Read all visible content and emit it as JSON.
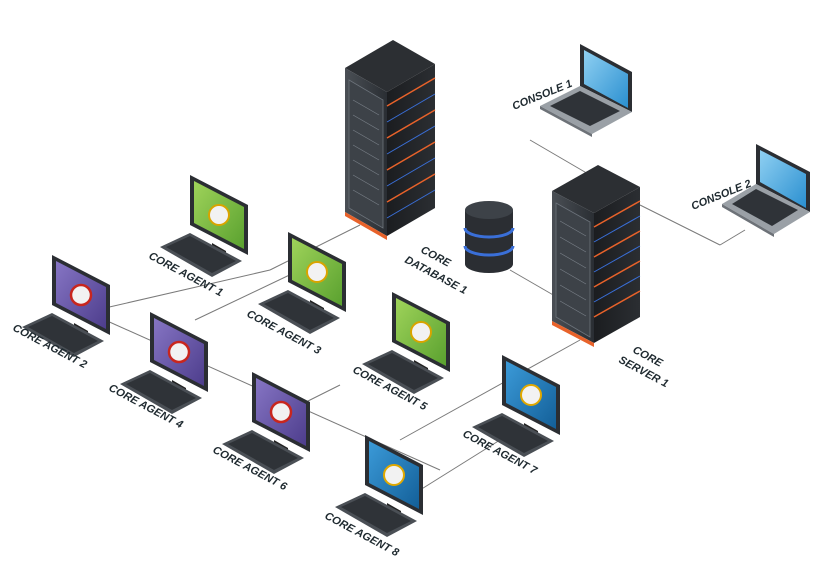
{
  "nodes": {
    "console1": {
      "label": "CONSOLE 1"
    },
    "console2": {
      "label": "CONSOLE 2"
    },
    "core_server_1": {
      "label_line1": "CORE",
      "label_line2": "SERVER 1"
    },
    "core_database_1": {
      "label_line1": "CORE",
      "label_line2": "DATABASE 1"
    },
    "agents": [
      {
        "label": "CORE AGENT 1",
        "screen": "green"
      },
      {
        "label": "CORE AGENT 2",
        "screen": "purple"
      },
      {
        "label": "CORE AGENT 3",
        "screen": "green"
      },
      {
        "label": "CORE AGENT 4",
        "screen": "purple"
      },
      {
        "label": "CORE AGENT 5",
        "screen": "green"
      },
      {
        "label": "CORE AGENT 6",
        "screen": "purple"
      },
      {
        "label": "CORE AGENT 7",
        "screen": "blue"
      },
      {
        "label": "CORE AGENT 8",
        "screen": "blue"
      }
    ]
  },
  "colors": {
    "green": "#7cc242",
    "purple": "#6a58a8",
    "blue": "#1f7fc0",
    "laptop_screen": "#3da2db",
    "rack_accent": "#e8622a",
    "line": "#7a7a7a"
  }
}
